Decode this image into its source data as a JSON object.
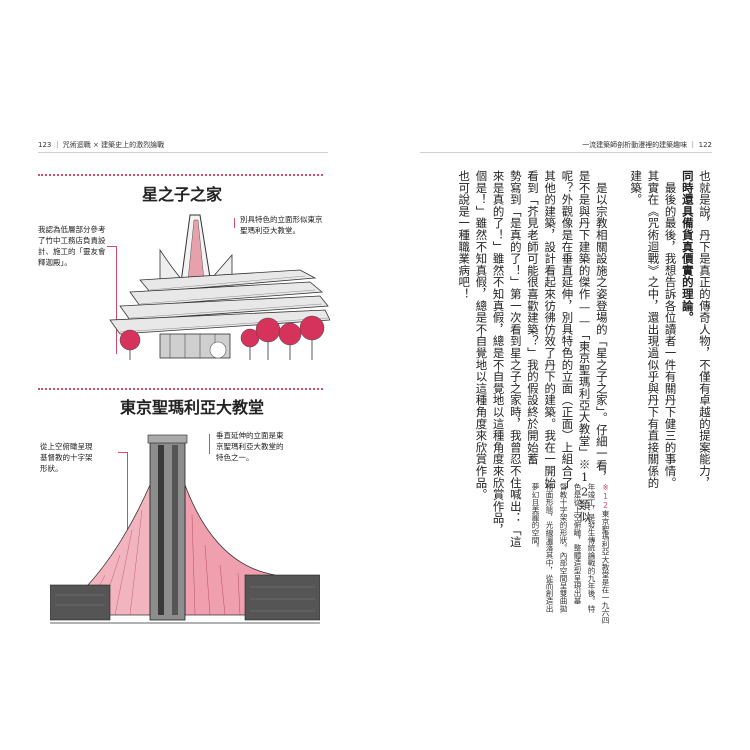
{
  "header": {
    "left": "123 ｜ 咒術迴戰 × 建築史上的激烈論戰",
    "right": "一流建築師剖析動漫裡的建築趣味 ｜ 122"
  },
  "left_page": {
    "section1": {
      "title": "星之子之家",
      "caption_left": [
        "我認為低層部分參考",
        "了竹中工務店負責設",
        "計、施工的「靈友會",
        "釋迦殿」。"
      ],
      "caption_right": [
        "別具特色的立面形似東京",
        "聖瑪利亞大教堂。"
      ]
    },
    "section2": {
      "title": "東京聖瑪利亞大教堂",
      "caption_left": [
        "從上空俯瞰呈現",
        "基督教的十字架",
        "形狀。"
      ],
      "caption_right": [
        "垂直延伸的立面是東",
        "京聖瑪利亞大教堂的",
        "特色之一。"
      ]
    }
  },
  "right_page": {
    "columns": [
      {
        "text": "也就是說，丹下是真正的傳奇人物，不僅有卓越的提案能力，",
        "bold": false
      },
      {
        "text": "同時還具備貨真價實的理論。",
        "bold": true
      },
      {
        "text": "　最後的最後，我想告訴各位讀者一件有關丹下健三的事情。",
        "bold": false
      },
      {
        "text": "其實在《咒術迴戰》之中，還出現過似乎與丹下有直接關係的",
        "bold": false
      },
      {
        "text": "建築。",
        "bold": false
      },
      {
        "text": "",
        "bold": false
      },
      {
        "text": "　是以宗教相關設施之姿登場的「星之子之家」。仔細一看，",
        "bold": false
      },
      {
        "text": "是不是與丹下建築的傑作——「東京聖瑪利亞大教堂」※12類似",
        "bold": false
      },
      {
        "text": "呢？外觀像是在垂直延伸，別具特色的立面（正面）上組合了",
        "bold": false
      },
      {
        "text": "其他的建築，設計看起來彷彿仿效了丹下的建築。我在一開始",
        "bold": false
      },
      {
        "text": "看到「芥見老師可能很喜歡建築？」我的假設終於開始蓄",
        "bold": false
      },
      {
        "text": "勢寫到「是真的了！」第一次看到星之子之家時，我曾忍不住喊出：「這",
        "bold": false
      },
      {
        "text": "來是真的了！」雖然不知真假，總是不自覺地以這種角度來欣賞作品，",
        "bold": false
      },
      {
        "text": "個是！」雖然不知真假，總是不自覺地以這種角度來欣賞作品。",
        "bold": false
      },
      {
        "text": "也可說是一種職業病吧！",
        "bold": false
      }
    ],
    "note": {
      "mark": "※12",
      "lines": [
        "東京聖瑪利亞大教堂是在一九六四",
        "年竣工，是發生傳統論戰的九年後。特",
        "色是從上空俯瞰，整體造型呈現出基",
        "督教十字架的形狀。內部空間呈雙曲拋",
        "物面形態，光線灑落其中，從而創造出",
        "夢幻且美麗的空間。"
      ]
    }
  }
}
